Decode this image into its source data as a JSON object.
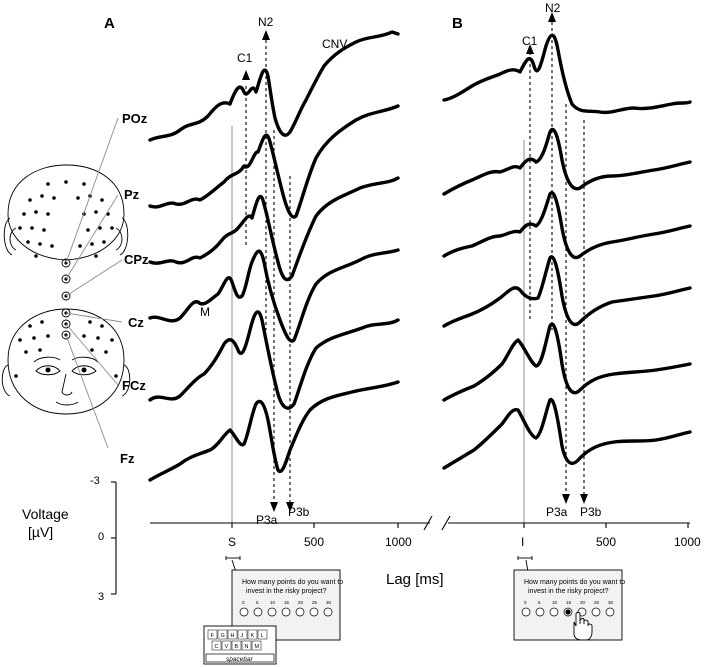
{
  "panels": {
    "a": {
      "letter": "A",
      "markers": [
        "C1",
        "N2",
        "CNV",
        "M",
        "P3a",
        "P3b"
      ]
    },
    "b": {
      "letter": "B",
      "markers": [
        "C1",
        "N2",
        "P3a",
        "P3b"
      ]
    }
  },
  "electrodes": [
    "POz",
    "Pz",
    "CPz",
    "Cz",
    "FCz",
    "Fz"
  ],
  "voltage_scale": {
    "label_line1": "Voltage",
    "label_line2": "[µV]",
    "ticks": [
      "-3",
      "0",
      "3"
    ]
  },
  "x_axis": {
    "title": "Lag [ms]",
    "a_ticks": [
      "S",
      "500",
      "1000"
    ],
    "b_ticks": [
      "I",
      "500",
      "1000"
    ]
  },
  "screens": {
    "a": {
      "question_line1": "How many points do you want to",
      "question_line2": "invest in the risky project?",
      "key_rows": [
        "F  G  H  J  K  L",
        "C  V  B  N  M"
      ],
      "key_label": "spacebar"
    },
    "b": {
      "question_line1": "How many points do you want to",
      "question_line2": "invest in the risky project?",
      "options": [
        "0",
        "5",
        "10",
        "15",
        "20",
        "25",
        "30"
      ],
      "selected_option": 3
    }
  },
  "colors": {
    "trace": "#000000",
    "onset_line": "#9a9a9a"
  }
}
